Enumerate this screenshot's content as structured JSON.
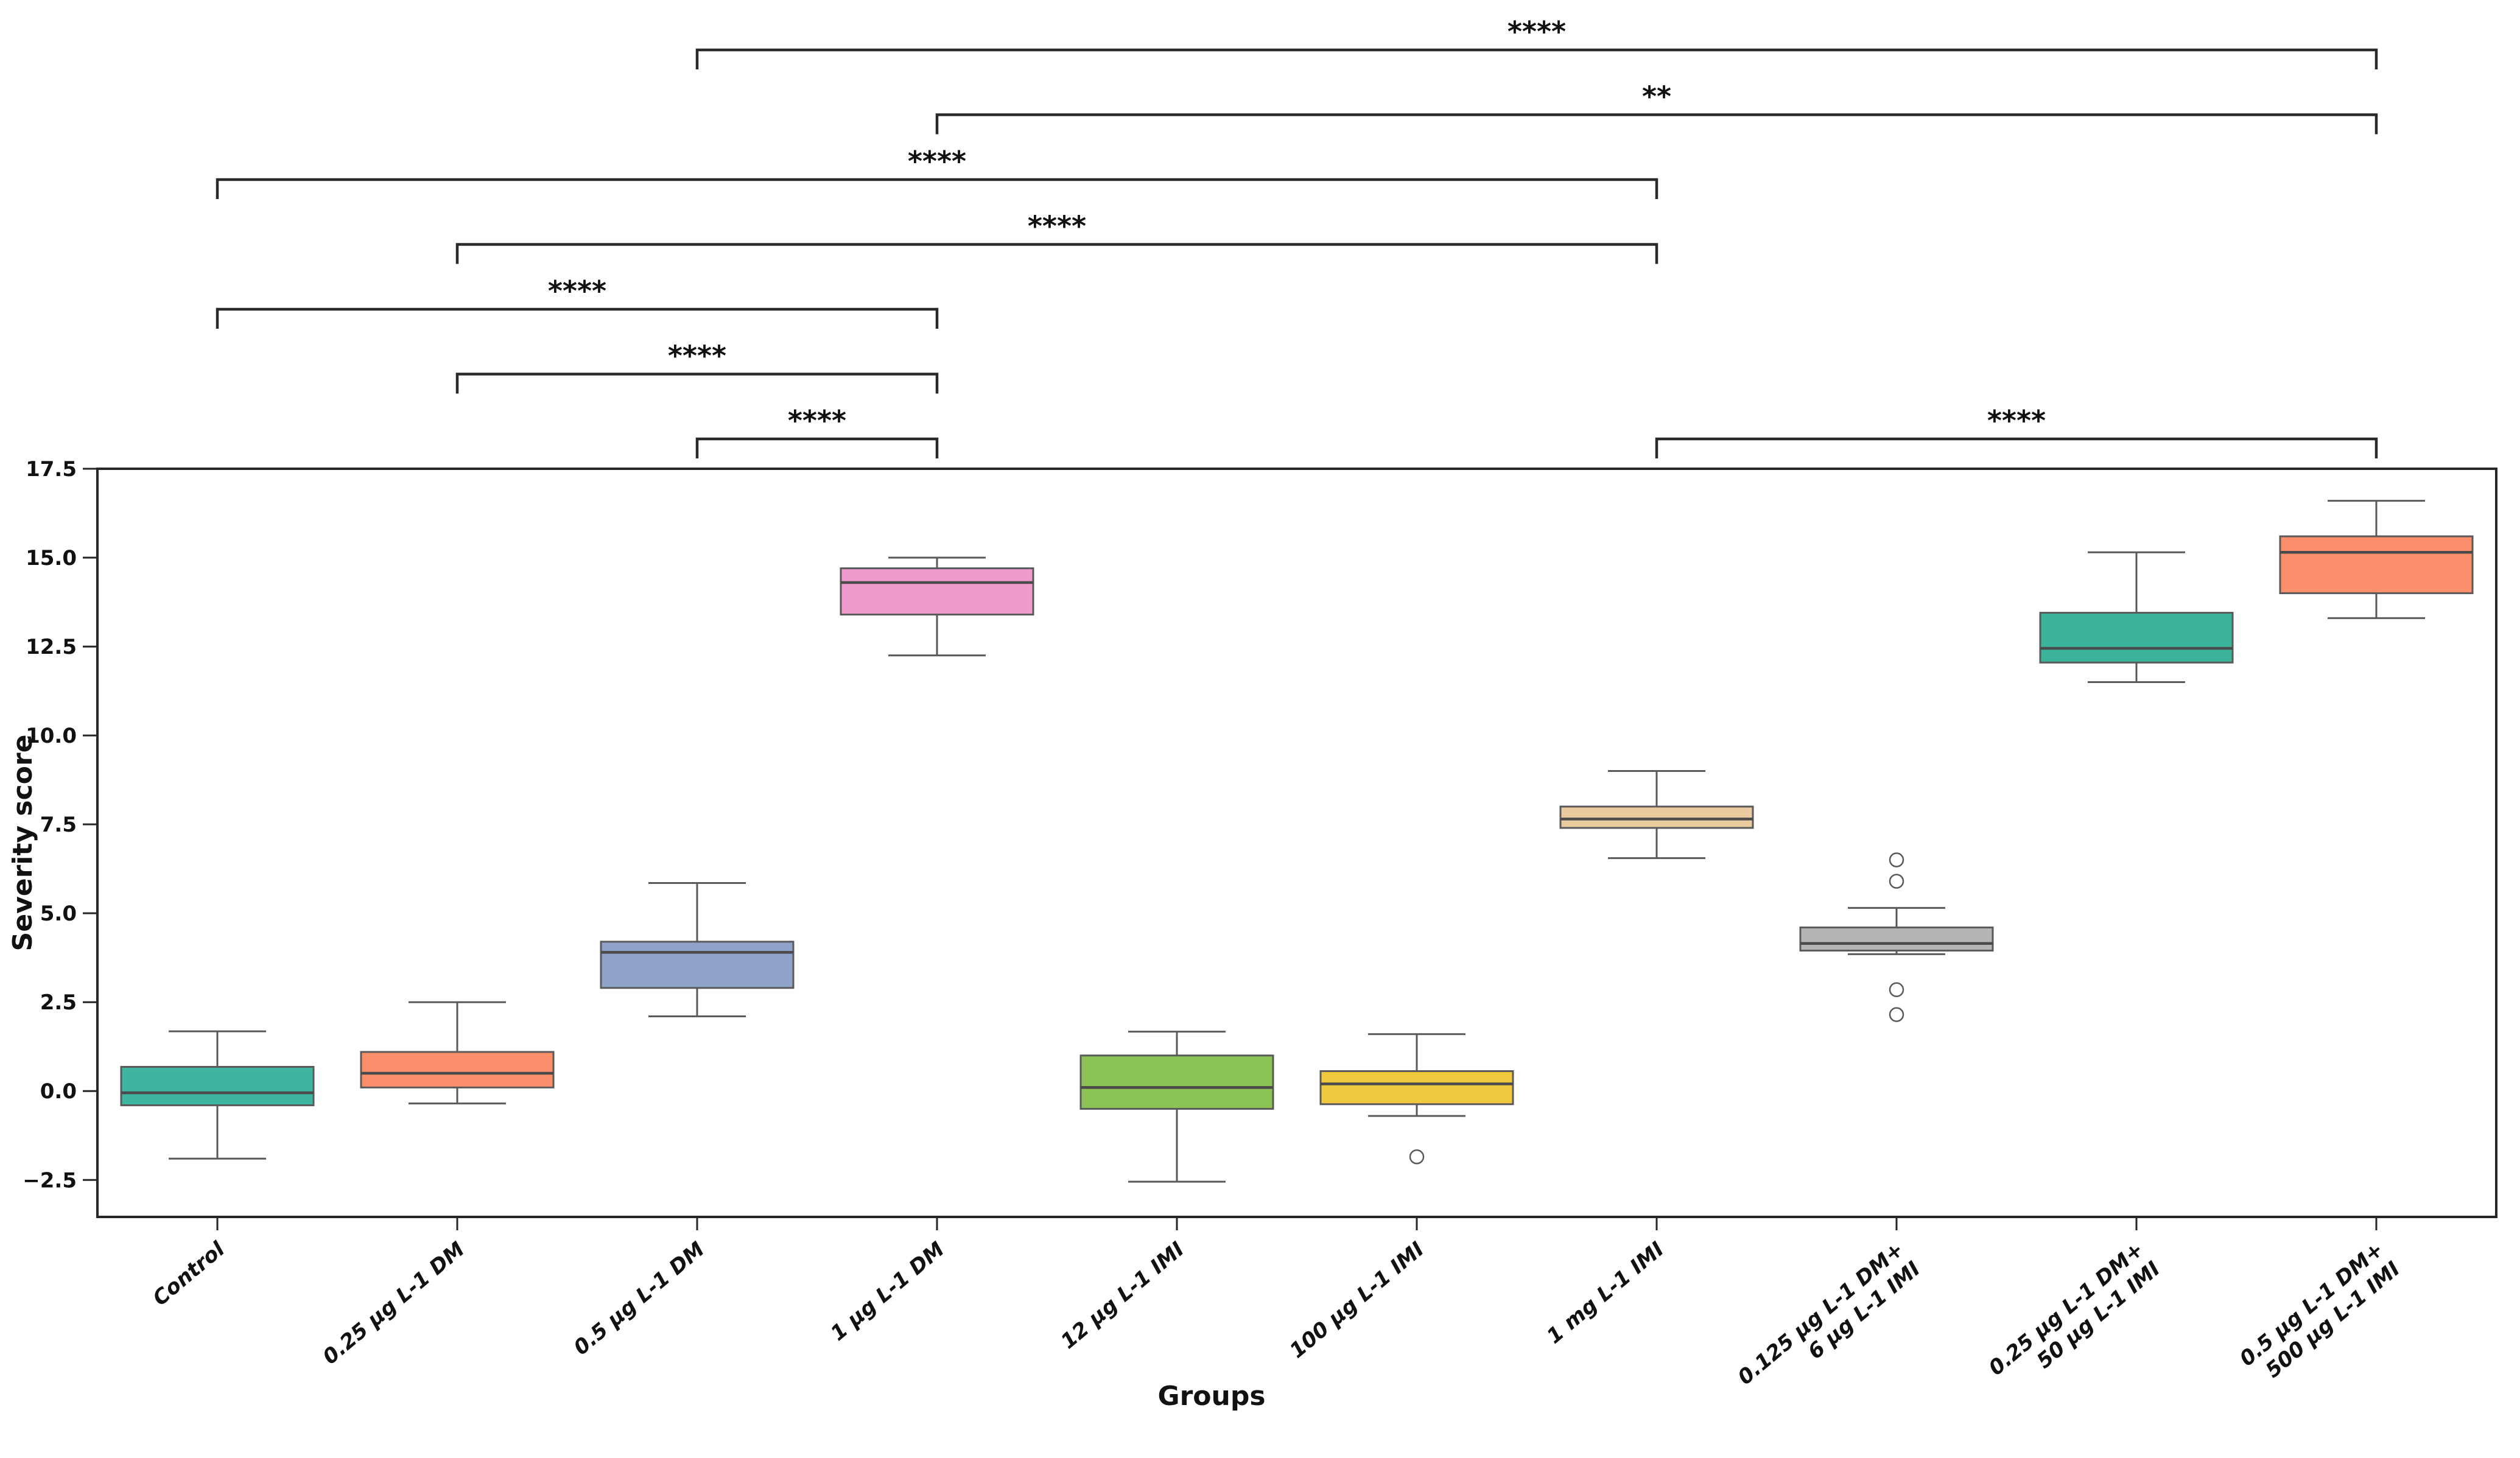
{
  "chart_data": {
    "type": "boxplot",
    "title": "",
    "xlabel": "Groups",
    "ylabel": "Severity score",
    "ylim": [
      -3.54,
      17.5
    ],
    "grid": false,
    "yticks": {
      "values": [
        17.5,
        15.0,
        12.5,
        10.0,
        7.5,
        5.0,
        2.5,
        0.0,
        -2.5
      ],
      "labels": [
        "17.5",
        "15.0",
        "12.5",
        "10.0",
        "7.5",
        "5.0",
        "2.5",
        "0.0",
        "−2.5"
      ]
    },
    "groups": [
      {
        "label": "Control",
        "label_lines": [
          "Control"
        ],
        "color": "#3DB5A1",
        "whisker_low": -1.9,
        "q1": -0.4,
        "median": -0.05,
        "q3": 0.68,
        "whisker_high": 1.68,
        "outliers": []
      },
      {
        "label": "0.25 µg L-1 DM",
        "label_lines": [
          "0.25 µg L-1 DM"
        ],
        "color": "#FB8E6B",
        "whisker_low": -0.35,
        "q1": 0.1,
        "median": 0.5,
        "q3": 1.1,
        "whisker_high": 2.5,
        "outliers": []
      },
      {
        "label": "0.5 µg L-1 DM",
        "label_lines": [
          "0.5 µg L-1 DM"
        ],
        "color": "#8FA3CA",
        "whisker_low": 2.1,
        "q1": 2.9,
        "median": 3.9,
        "q3": 4.2,
        "whisker_high": 5.85,
        "outliers": []
      },
      {
        "label": "1 µg L-1 DM",
        "label_lines": [
          "1 µg L-1 DM"
        ],
        "color": "#EF9ACD",
        "whisker_low": 12.25,
        "q1": 13.4,
        "median": 14.3,
        "q3": 14.7,
        "whisker_high": 15.0,
        "outliers": []
      },
      {
        "label": "12 µg L-1 IMI",
        "label_lines": [
          "12 µg L-1 IMI"
        ],
        "color": "#8CC455",
        "whisker_low": -2.55,
        "q1": -0.5,
        "median": 0.1,
        "q3": 1.0,
        "whisker_high": 1.67,
        "outliers": []
      },
      {
        "label": "100 µg L-1 IMI",
        "label_lines": [
          "100 µg L-1 IMI"
        ],
        "color": "#EFC83E",
        "whisker_low": -0.7,
        "q1": -0.37,
        "median": 0.2,
        "q3": 0.56,
        "whisker_high": 1.6,
        "outliers": [
          -1.85
        ]
      },
      {
        "label": "1 mg L-1 IMI",
        "label_lines": [
          "1 mg L-1 IMI"
        ],
        "color": "#EACA9F",
        "whisker_low": 6.55,
        "q1": 7.4,
        "median": 7.65,
        "q3": 8.0,
        "whisker_high": 9.0,
        "outliers": []
      },
      {
        "label": "0.125 µg L-1 DM+ 6 µg L-1 IMI",
        "label_lines": [
          "0.125 µg L-1 DM+",
          "6 µg L-1 IMI"
        ],
        "color": "#B5B5B5",
        "whisker_low": 3.85,
        "q1": 3.95,
        "median": 4.15,
        "q3": 4.6,
        "whisker_high": 5.15,
        "outliers": [
          6.5,
          5.9,
          2.85,
          2.15
        ]
      },
      {
        "label": "0.25 µg L-1 DM+ 50 µg L-1 IMI",
        "label_lines": [
          "0.25 µg L-1 DM+",
          "50 µg L-1 IMI"
        ],
        "color": "#3BB29A",
        "whisker_low": 11.5,
        "q1": 12.05,
        "median": 12.45,
        "q3": 13.45,
        "whisker_high": 15.15,
        "outliers": []
      },
      {
        "label": "0.5 µg L-1 DM+ 500 µg L-1 IMI",
        "label_lines": [
          "0.5 µg L-1 DM+",
          "500 µg L-1 IMI"
        ],
        "color": "#FB8E6B",
        "whisker_low": 13.3,
        "q1": 14.0,
        "median": 15.15,
        "q3": 15.6,
        "whisker_high": 16.6,
        "outliers": []
      }
    ],
    "significance_brackets": [
      {
        "from_group": 3,
        "to_group": 10,
        "label": "****",
        "tier": 7
      },
      {
        "from_group": 4,
        "to_group": 10,
        "label": "**",
        "tier": 6
      },
      {
        "from_group": 1,
        "to_group": 7,
        "label": "****",
        "tier": 5
      },
      {
        "from_group": 2,
        "to_group": 7,
        "label": "****",
        "tier": 4
      },
      {
        "from_group": 1,
        "to_group": 4,
        "label": "****",
        "tier": 3
      },
      {
        "from_group": 2,
        "to_group": 4,
        "label": "****",
        "tier": 2
      },
      {
        "from_group": 3,
        "to_group": 4,
        "label": "****",
        "tier": 1
      },
      {
        "from_group": 7,
        "to_group": 10,
        "label": "****",
        "tier": 1
      }
    ],
    "style": {
      "background": "#ffffff",
      "spine_color": "#262626",
      "box_edge_color": "#5a5a5a",
      "whisker_color": "#5a5a5a",
      "median_color": "#4a4a4a",
      "bracket_color": "#2a2a2a",
      "text_color": "#111111",
      "outlier_stroke": "#5a5a5a"
    }
  }
}
